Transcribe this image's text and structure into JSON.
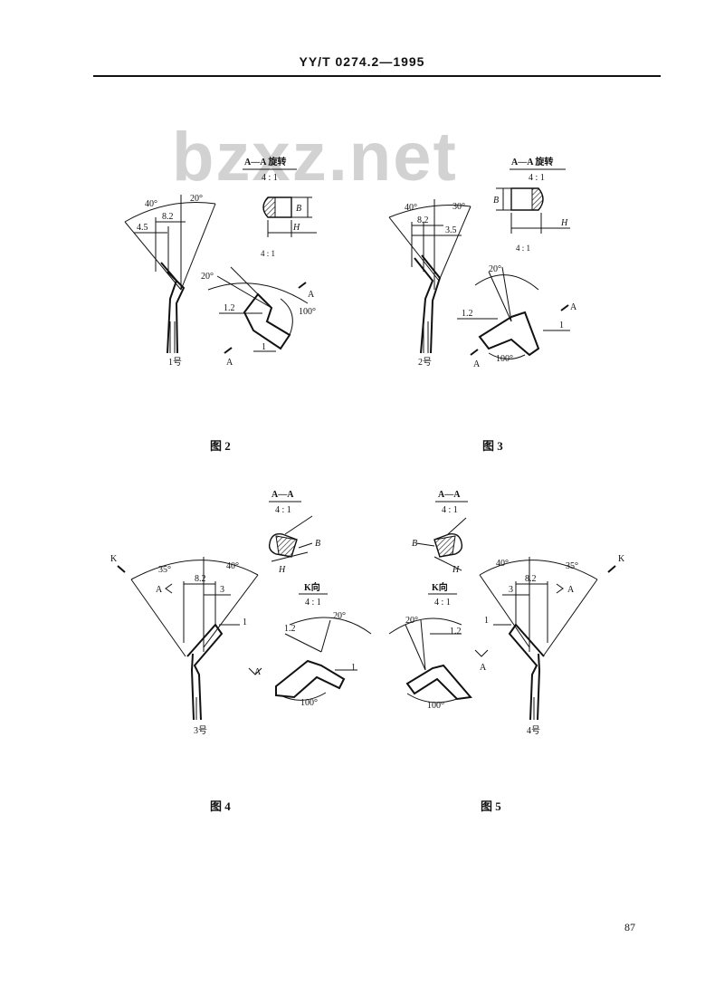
{
  "header": {
    "standard_number": "YY/T 0274.2—1995"
  },
  "watermark": "bzxz.net",
  "figure2": {
    "caption": "图 2",
    "section_title": "A—A 旋转",
    "section_scale": "4 : 1",
    "detail_scale": "4 : 1",
    "angle_left": "40°",
    "angle_right": "20°",
    "dim_main": "8.2",
    "dim_small": "4.5",
    "tip_angle": "20°",
    "tip_dim": "1.2",
    "point_angle": "100°",
    "leader": "1",
    "dim_b": "B",
    "dim_h": "H",
    "section_mark": "A",
    "model": "1号"
  },
  "figure3": {
    "caption": "图 3",
    "section_title": "A—A 旋转",
    "section_scale": "4 : 1",
    "detail_scale": "4 : 1",
    "angle_left": "40°",
    "angle_right": "30°",
    "dim_main": "8.2",
    "dim_small": "3.5",
    "tip_angle": "20°",
    "tip_dim": "1.2",
    "point_angle": "100°",
    "leader": "1",
    "dim_b": "B",
    "dim_h": "H",
    "section_mark": "A",
    "model": "2号"
  },
  "figure4": {
    "caption": "图 4",
    "section_title": "A—A",
    "section_scale": "4 : 1",
    "view_title": "K向",
    "view_scale": "4 : 1",
    "angle_left": "35°",
    "angle_right": "40°",
    "dim_main": "8.2",
    "dim_small": "3",
    "view_mark": "K",
    "tip_angle": "20°",
    "tip_dim": "1.2",
    "point_angle": "100°",
    "leader": "1",
    "dim_b": "B",
    "dim_h": "H",
    "section_mark": "A",
    "model": "3号"
  },
  "figure5": {
    "caption": "图 5",
    "section_title": "A—A",
    "section_scale": "4 : 1",
    "view_title": "K向",
    "view_scale": "4 : 1",
    "angle_left": "40°",
    "angle_right": "35°",
    "dim_main": "8.2",
    "dim_small": "3",
    "view_mark": "K",
    "tip_angle": "20°",
    "tip_dim": "1.2",
    "point_angle": "100°",
    "leader": "1",
    "dim_b": "B",
    "dim_h": "H",
    "section_mark": "A",
    "model": "4号"
  },
  "page_number": "87"
}
